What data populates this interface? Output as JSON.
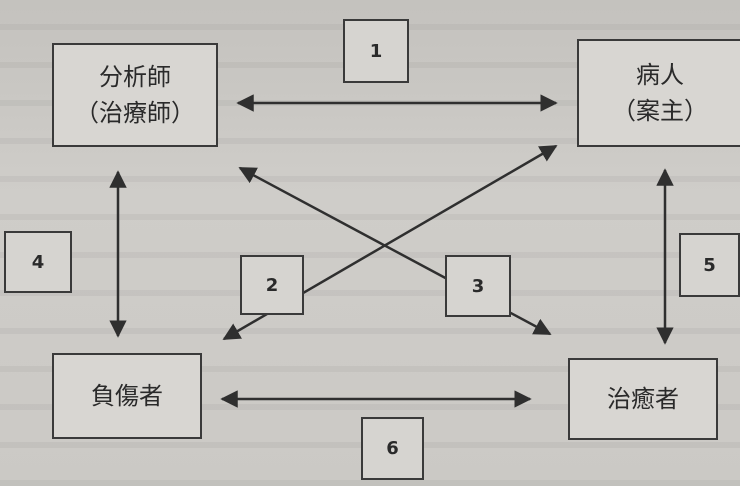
{
  "nodes": {
    "analyst": {
      "line1": "分析師",
      "line2": "（治療師）"
    },
    "patient": {
      "line1": "病人",
      "line2": "（案主）"
    },
    "injured": {
      "line1": "負傷者"
    },
    "healer": {
      "line1": "治癒者"
    }
  },
  "relations": {
    "r1": "1",
    "r2": "2",
    "r3": "3",
    "r4": "4",
    "r5": "5",
    "r6": "6"
  },
  "colors": {
    "stroke": "#2f2f2f",
    "text": "#2a2a2a",
    "box_fill": "#d8d6d2"
  }
}
